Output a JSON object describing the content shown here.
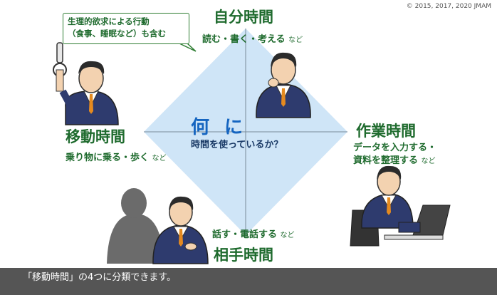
{
  "copyright": "© 2015, 2017, 2020 JMAM",
  "center": {
    "title": "何 に",
    "subtitle": "時間を使っているか？"
  },
  "quadrants": {
    "self": {
      "title": "自分時間",
      "desc": "読む・書く・考える",
      "etc": "など"
    },
    "move": {
      "title": "移動時間",
      "desc": "乗り物に乗る・歩く",
      "etc": "など"
    },
    "work": {
      "title": "作業時間",
      "desc_line1": "データを入力する・",
      "desc_line2": "資料を整理する",
      "etc": "など"
    },
    "partner": {
      "title": "相手時間",
      "desc": "話す・電話する",
      "etc": "など"
    }
  },
  "note": {
    "line1": "生理的欲求による行動",
    "line2": "（食事、睡眠など）も含む"
  },
  "caption": "「移動時間」の4つに分類できます。",
  "colors": {
    "diamond": "#cfe5f7",
    "title_green": "#1f6b2e",
    "center_blue": "#1565c0",
    "caption_bg": "#555555"
  }
}
